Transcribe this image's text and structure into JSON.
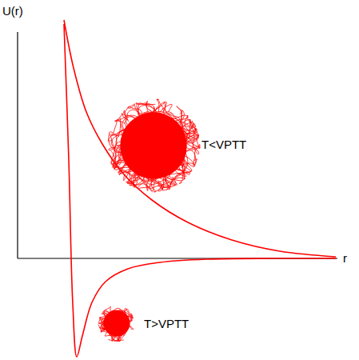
{
  "diagram": {
    "labels": [
      "U(r)",
      "r",
      "T<VPTT",
      "T>VPTT"
    ]
  }
}
